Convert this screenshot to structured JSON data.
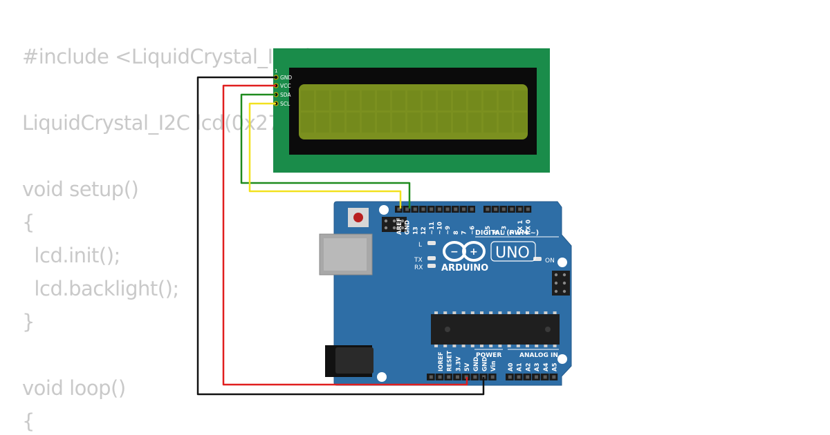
{
  "code": {
    "lines": [
      "#include <LiquidCrystal_I2C.h>",
      "",
      "LiquidCrystal_I2C lcd(0x27, 16, 2);",
      "",
      "void setup()",
      "{",
      "  lcd.init();",
      "  lcd.backlight();",
      "}",
      "",
      "void loop()",
      "{"
    ]
  },
  "lcd": {
    "pin_1": "1",
    "pins": [
      "GND",
      "VCC",
      "SDA",
      "SCL"
    ]
  },
  "arduino": {
    "brand": "ARDUINO",
    "model": "UNO",
    "digital_header": "DIGITAL (PWM ~)",
    "digital_pins": [
      "AREF",
      "GND",
      "13",
      "12",
      "~11",
      "~10",
      "~9",
      "8",
      "7",
      "~6",
      "~5",
      "4",
      "~3",
      "2",
      "TX 1",
      "RX 0"
    ],
    "power_header": "POWER",
    "power_pins": [
      "IOREF",
      "RESET",
      "3.3V",
      "5V",
      "GND",
      "GND",
      "Vin"
    ],
    "analog_header": "ANALOG IN",
    "analog_pins": [
      "A0",
      "A1",
      "A2",
      "A3",
      "A4",
      "A5"
    ],
    "led_l": "L",
    "led_tx": "TX",
    "led_rx": "RX",
    "led_on": "ON"
  },
  "colors": {
    "lcd_board": "#1a8c4a",
    "lcd_screen": "#7a8f1e",
    "arduino_board": "#2e6ea6",
    "wire_gnd": "#111111",
    "wire_vcc": "#e01e1e",
    "wire_sda": "#1e8a1e",
    "wire_scl": "#f2e11e"
  }
}
